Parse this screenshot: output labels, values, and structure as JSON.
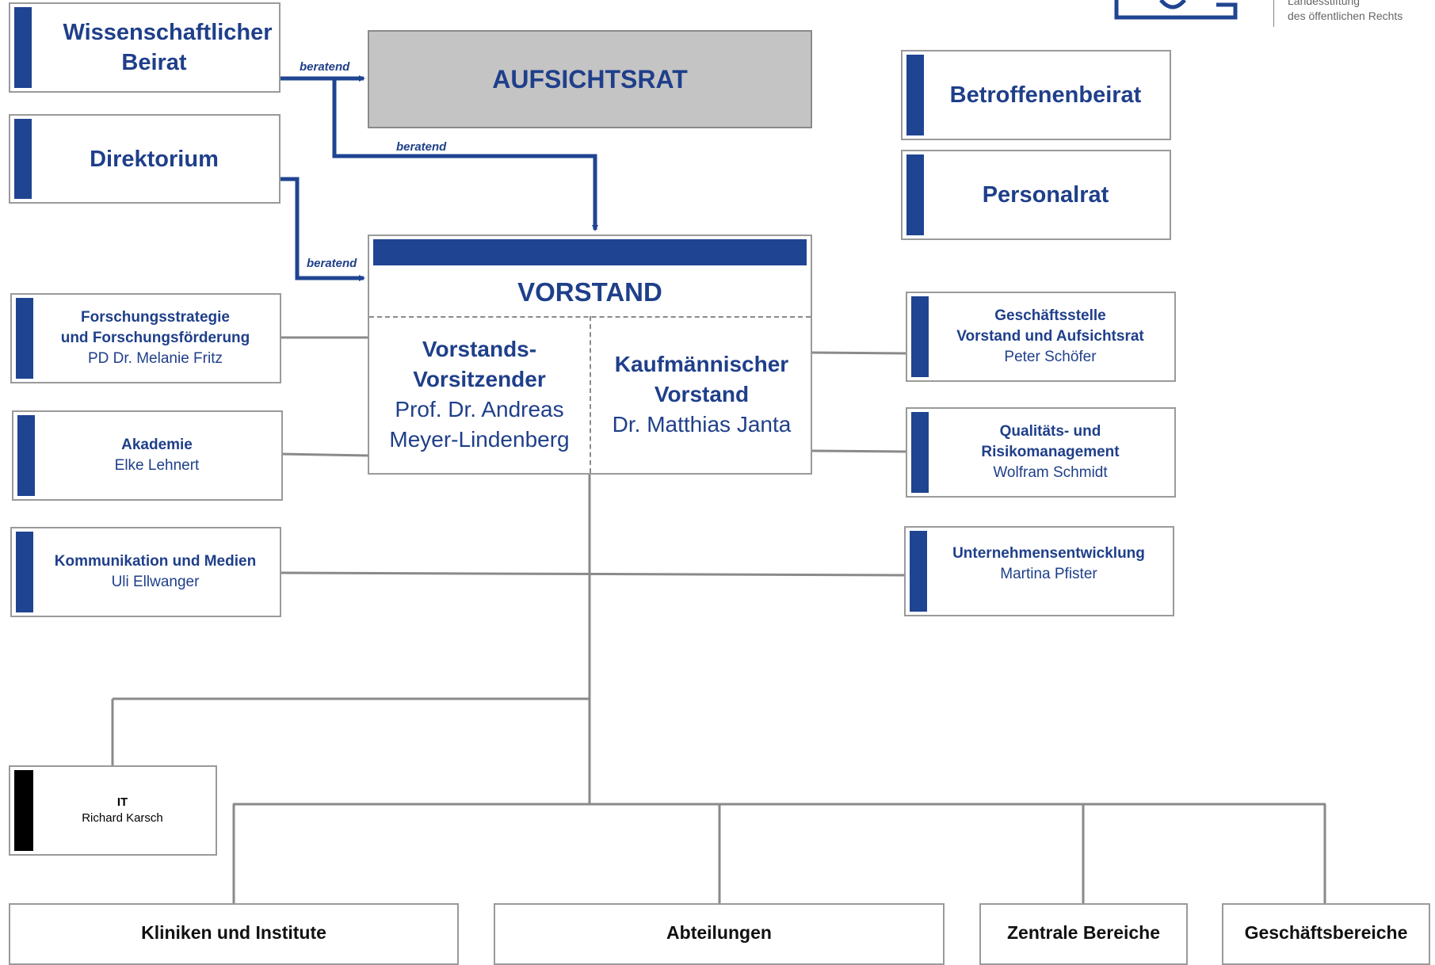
{
  "logo": {
    "line1": "Landesstiftung",
    "line2": "des öffentlichen Rechts"
  },
  "edge_labels": {
    "beirat_to_aufsichtsrat": "beratend",
    "beirat_to_vorstand": "beratend",
    "direktorium_to_vorstand": "beratend"
  },
  "left": {
    "wissenschaftlicher_beirat": "Wissenschaftlicher Beirat",
    "direktorium": "Direktorium"
  },
  "aufsichtsrat": "AUFSICHTSRAT",
  "right_top": {
    "betroffenenbeirat": "Betroffenenbeirat",
    "personalrat": "Personalrat"
  },
  "vorstand": {
    "title": "VORSTAND",
    "chair_role_1": "Vorstands-",
    "chair_role_2": "Vorsitzender",
    "chair_name_1": "Prof. Dr. Andreas",
    "chair_name_2": "Meyer-Lindenberg",
    "commercial_role_1": "Kaufmännischer",
    "commercial_role_2": "Vorstand",
    "commercial_name": "Dr. Matthias Janta"
  },
  "staff_left": [
    {
      "title_1": "Forschungsstrategie",
      "title_2": "und Forschungsförderung",
      "person": "PD Dr. Melanie Fritz"
    },
    {
      "title_1": "Akademie",
      "title_2": "",
      "person": "Elke Lehnert"
    },
    {
      "title_1": "Kommunikation und Medien",
      "title_2": "",
      "person": "Uli Ellwanger"
    }
  ],
  "staff_right": [
    {
      "title_1": "Geschäftsstelle",
      "title_2": "Vorstand und Aufsichtsrat",
      "person": "Peter Schöfer"
    },
    {
      "title_1": "Qualitäts- und",
      "title_2": "Risikomanagement",
      "person": "Wolfram Schmidt"
    },
    {
      "title_1": "Unternehmensentwicklung",
      "title_2": "",
      "person": "Martina Pfister"
    }
  ],
  "it": {
    "title": "IT",
    "person": "Richard Karsch"
  },
  "bottom": [
    "Kliniken und Institute",
    "Abteilungen",
    "Zentrale Bereiche",
    "Geschäftsbereiche"
  ],
  "colors": {
    "brand_blue": "#1f4491",
    "text_blue": "#1f3f8a",
    "line_grey": "#8a8a8a",
    "board_grey": "#c4c4c4"
  }
}
